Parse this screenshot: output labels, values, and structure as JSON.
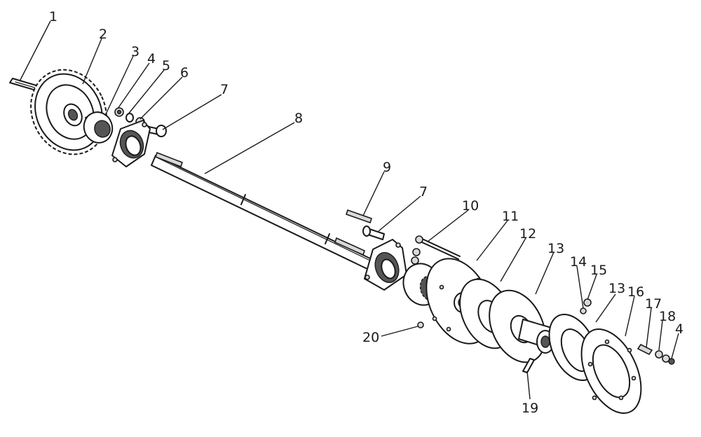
{
  "diagram": {
    "labels": [
      "1",
      "2",
      "3",
      "4",
      "5",
      "6",
      "7",
      "8",
      "9",
      "7",
      "10",
      "11",
      "12",
      "13",
      "14",
      "15",
      "13",
      "16",
      "17",
      "18",
      "4",
      "19",
      "20"
    ]
  }
}
